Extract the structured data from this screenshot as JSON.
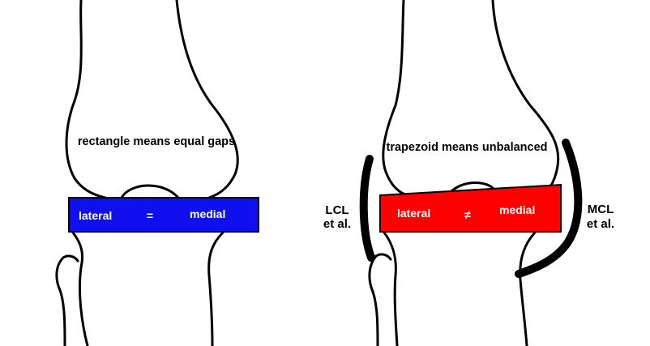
{
  "left_panel": {
    "caption": "rectangle means equal gaps",
    "box_color": "#1010ee",
    "lateral_label": "lateral",
    "operator": "=",
    "medial_label": "medial"
  },
  "right_panel": {
    "caption": "trapezoid means unbalanced",
    "box_color": "#ff0000",
    "lateral_label": "lateral",
    "operator": "≠",
    "medial_label": "medial",
    "left_ligament": [
      "LCL",
      "et al."
    ],
    "right_ligament": [
      "MCL",
      "et al."
    ]
  }
}
